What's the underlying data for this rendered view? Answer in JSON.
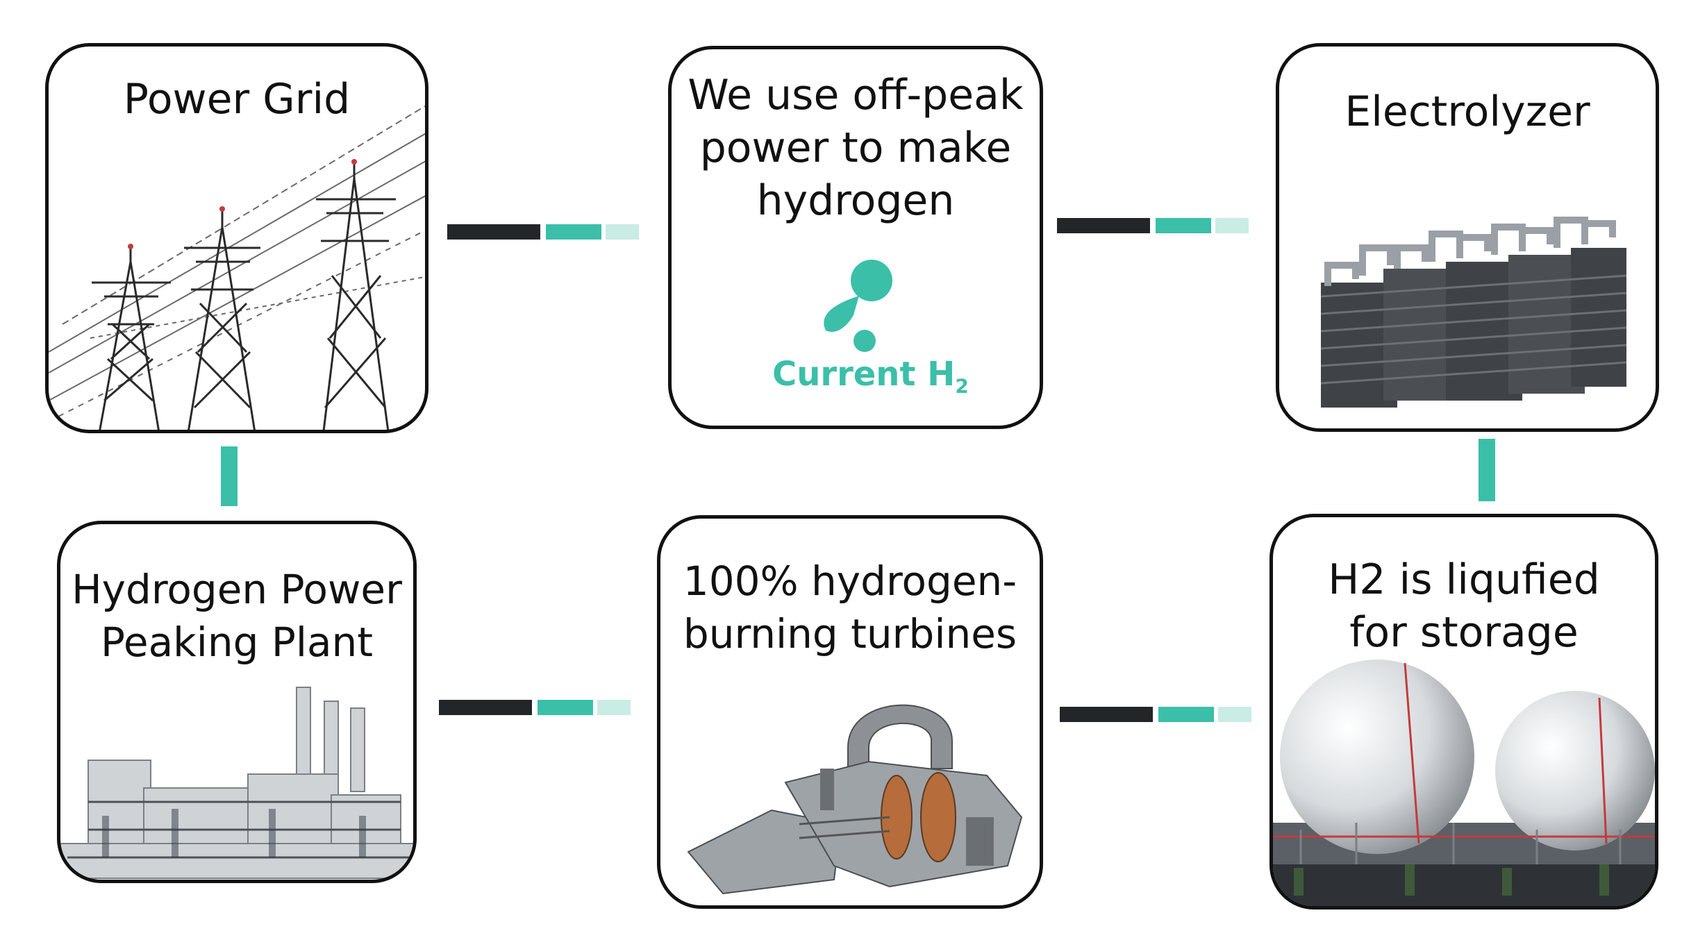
{
  "boxes": {
    "power_grid": "Power Grid",
    "offpeak": "We use off-peak\npower to make\nhydrogen",
    "electrolyzer": "Electrolyzer",
    "peaking_plant": "Hydrogen Power\nPeaking Plant",
    "turbines": "100% hydrogen-\nburning turbines",
    "storage": "H2 is liqufied\nfor storage"
  },
  "logo": {
    "name": "Current",
    "subscript": "2",
    "prefix": "H"
  },
  "colors": {
    "dark": "#222628",
    "teal": "#3bbfa9",
    "light_teal": "#c9ece5"
  }
}
